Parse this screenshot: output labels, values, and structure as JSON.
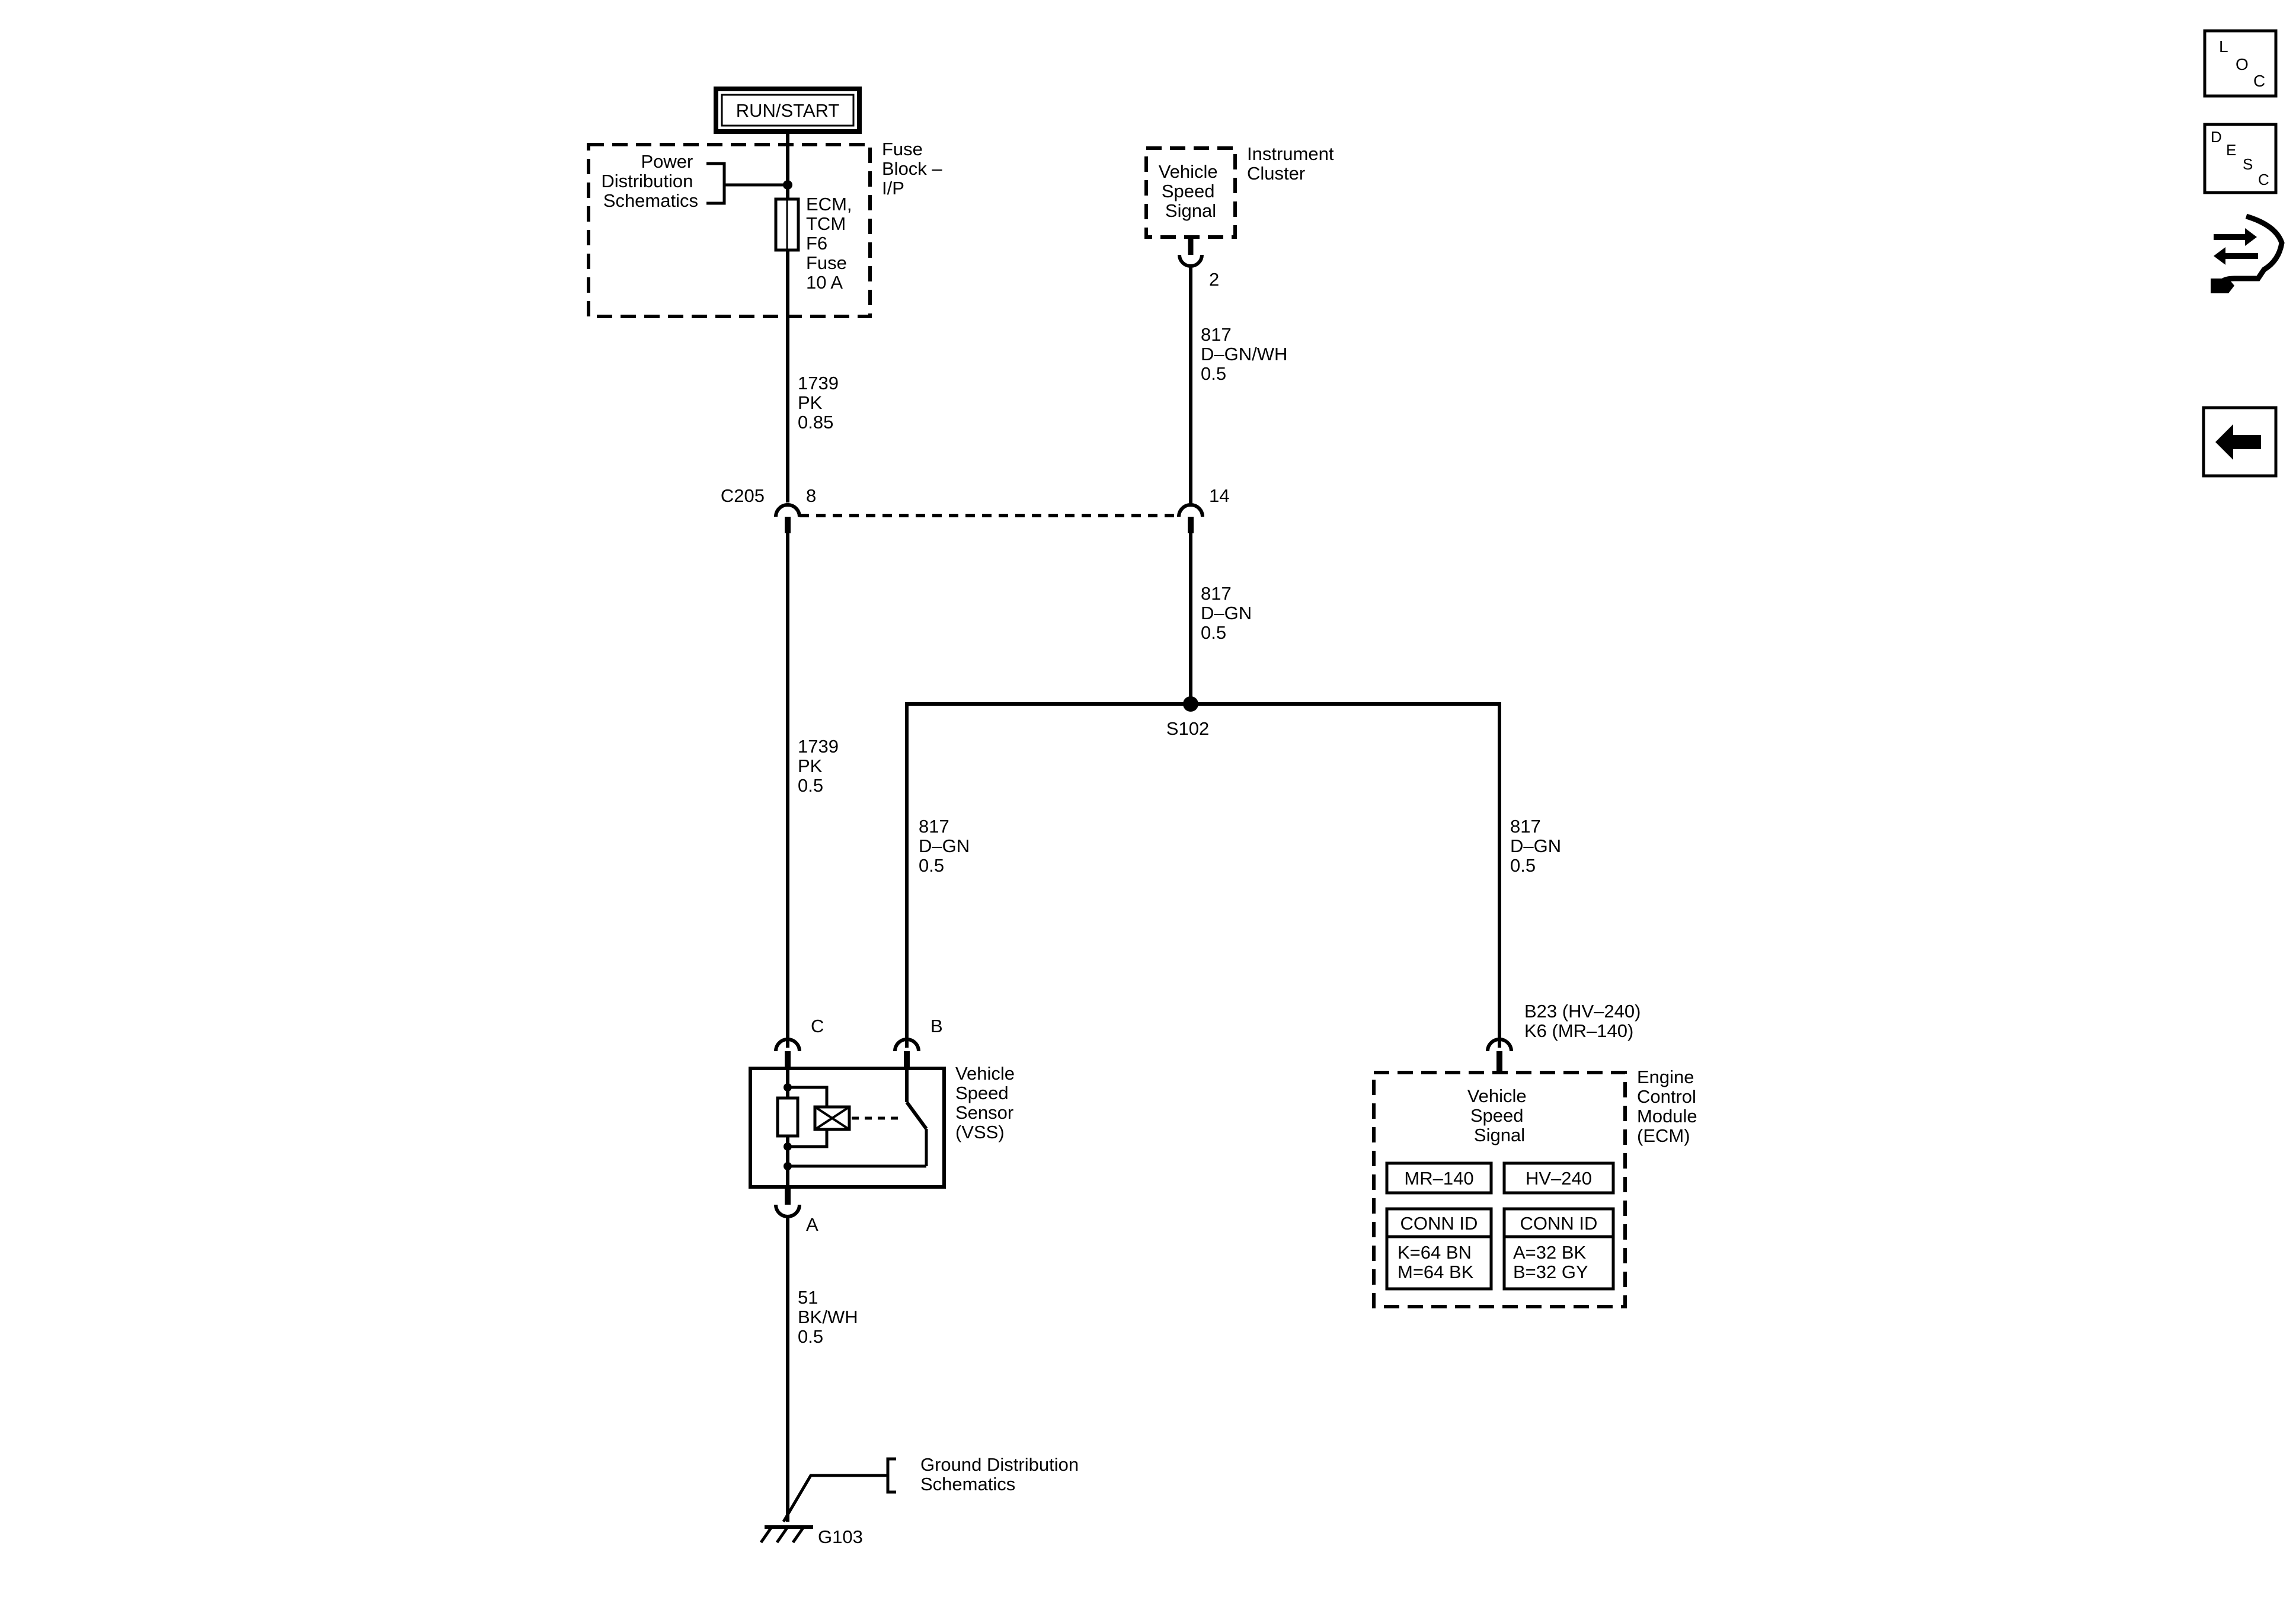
{
  "power": {
    "label": "RUN/START"
  },
  "fuse_block": {
    "title": [
      "Fuse",
      "Block –",
      "I/P"
    ],
    "pds": [
      "Power",
      "Distribution",
      "Schematics"
    ],
    "fuse": [
      "ECM,",
      "TCM",
      "F6",
      "Fuse",
      "10 A"
    ]
  },
  "cluster": {
    "signal": [
      "Vehicle",
      "Speed",
      "Signal"
    ],
    "name": [
      "Instrument",
      "Cluster"
    ],
    "pin": "2"
  },
  "wires": {
    "w1739_top": [
      "1739",
      "PK",
      "0.85"
    ],
    "w817_top": [
      "817",
      "D–GN/WH",
      "0.5"
    ],
    "w817_mid": [
      "817",
      "D–GN",
      "0.5"
    ],
    "w1739_bot": [
      "1739",
      "PK",
      "0.5"
    ],
    "w817_left": [
      "817",
      "D–GN",
      "0.5"
    ],
    "w817_right": [
      "817",
      "D–GN",
      "0.5"
    ],
    "w51": [
      "51",
      "BK/WH",
      "0.5"
    ]
  },
  "connector": {
    "name": "C205",
    "pin_left": "8",
    "pin_right": "14"
  },
  "splice": {
    "name": "S102"
  },
  "vss": {
    "pin_c": "C",
    "pin_b": "B",
    "pin_a": "A",
    "name": [
      "Vehicle",
      "Speed",
      "Sensor",
      "(VSS)"
    ]
  },
  "ecm": {
    "pins": [
      "B23 (HV–240)",
      "K6 (MR–140)"
    ],
    "name": [
      "Engine",
      "Control",
      "Module",
      "(ECM)"
    ],
    "signal": [
      "Vehicle",
      "Speed",
      "Signal"
    ],
    "variant_left": "MR–140",
    "variant_right": "HV–240",
    "conn_id_label": "CONN ID",
    "conn_left": [
      "K=64 BN",
      "M=64 BK"
    ],
    "conn_right": [
      "A=32 BK",
      "B=32 GY"
    ]
  },
  "ground": {
    "name": "G103",
    "dist": [
      "Ground Distribution",
      "Schematics"
    ]
  },
  "nav": {
    "loc": [
      "L",
      "O",
      "C"
    ],
    "desc": [
      "D",
      "E",
      "S",
      "C"
    ],
    "icons": [
      "connector-swap-icon",
      "back-arrow-icon"
    ]
  }
}
